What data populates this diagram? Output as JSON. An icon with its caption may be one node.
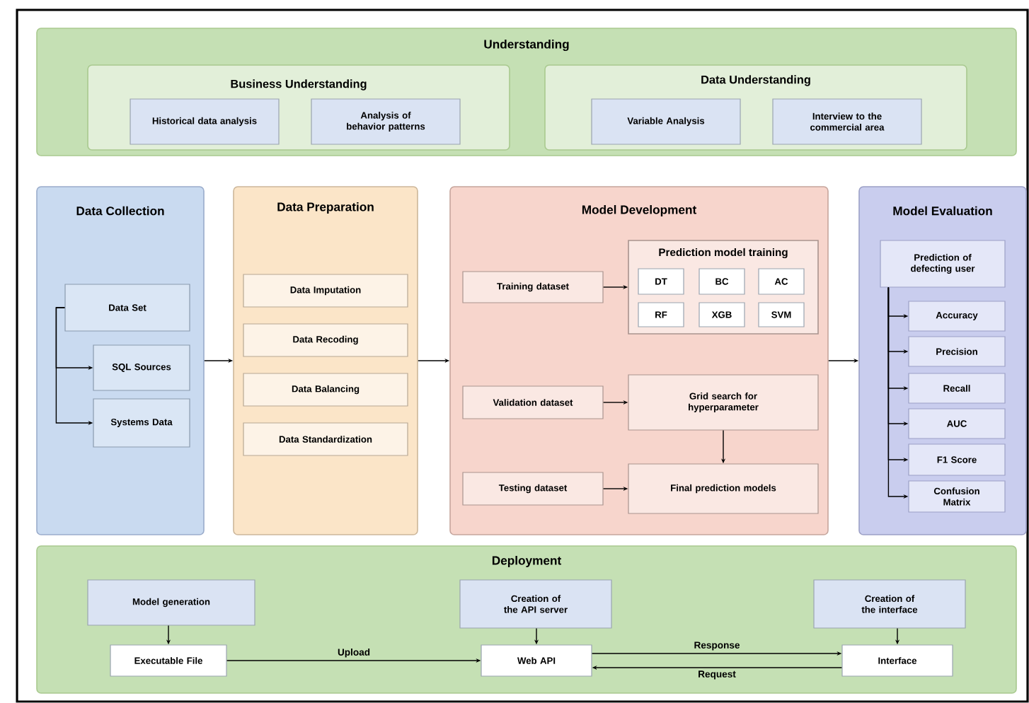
{
  "diagram": {
    "nodes": [
      {
        "text": [
          "Understanding"
        ]
      },
      {
        "text": [
          "Business Understanding"
        ],
        "in": 0
      },
      {
        "text": [
          "Historical data analysis"
        ],
        "in": 1
      },
      {
        "text": [
          "Analysis of behavior patterns"
        ],
        "in": 1
      },
      {
        "text": [
          "Data Understanding"
        ],
        "in": 0
      },
      {
        "text": [
          "Variable Analysis"
        ],
        "in": 4
      },
      {
        "text": [
          "Interview to the commercial area"
        ],
        "in": 4
      },
      {
        "text": [
          "Data  Collection"
        ]
      },
      {
        "text": [
          "Data Set"
        ],
        "in": 7
      },
      {
        "text": [
          "SQL Sources"
        ],
        "in": 7
      },
      {
        "text": [
          "Systems Data"
        ],
        "in": 7
      },
      {
        "text": [
          "Data  Preparation"
        ]
      },
      {
        "text": [
          "Data Imputation"
        ],
        "in": 11
      },
      {
        "text": [
          "Data Recoding"
        ],
        "in": 11
      },
      {
        "text": [
          "Data Balancing"
        ],
        "in": 11
      },
      {
        "text": [
          "Data Standardization"
        ],
        "in": 11
      },
      {
        "text": [
          "Model Development"
        ]
      },
      {
        "text": [
          "Training dataset"
        ],
        "in": 16
      },
      {
        "text": [
          "Prediction model training"
        ],
        "in": 16
      },
      {
        "text": [
          "DT"
        ],
        "in": 18
      },
      {
        "text": [
          "BC"
        ],
        "in": 18
      },
      {
        "text": [
          "AC"
        ],
        "in": 18
      },
      {
        "text": [
          "RF"
        ],
        "in": 18
      },
      {
        "text": [
          "XGB"
        ],
        "in": 18
      },
      {
        "text": [
          "SVM"
        ],
        "in": 18
      },
      {
        "text": [
          "Validation dataset"
        ],
        "in": 16
      },
      {
        "text": [
          "Grid search for hyperparameter"
        ],
        "in": 16
      },
      {
        "text": [
          "Testing dataset"
        ],
        "in": 16
      },
      {
        "text": [
          "Final prediction models"
        ],
        "in": 16
      },
      {
        "text": [
          "Model Evaluation"
        ]
      },
      {
        "text": [
          "Prediction of defecting user"
        ],
        "in": 29
      },
      {
        "text": [
          "Accuracy"
        ],
        "in": 29
      },
      {
        "text": [
          "Precision"
        ],
        "in": 29
      },
      {
        "text": [
          "Recall"
        ],
        "in": 29
      },
      {
        "text": [
          "AUC"
        ],
        "in": 29
      },
      {
        "text": [
          "F1 Score"
        ],
        "in": 29
      },
      {
        "text": [
          "Confusion Matrix"
        ],
        "in": 29
      },
      {
        "text": [
          "Deployment"
        ]
      },
      {
        "text": [
          "Model generation"
        ],
        "in": 37
      },
      {
        "text": [
          "Creation of the API server"
        ],
        "in": 37
      },
      {
        "text": [
          "Creation of the interface"
        ],
        "in": 37
      },
      {
        "text": [
          "Executable File"
        ],
        "in": 37
      },
      {
        "text": [
          "Web API"
        ],
        "in": 37
      },
      {
        "text": [
          "Interface"
        ],
        "in": 37
      }
    ],
    "edges": [
      {
        "from": 8,
        "to": 9,
        "arrow": "to"
      },
      {
        "from": 8,
        "to": 10,
        "arrow": "to"
      },
      {
        "from": 7,
        "to": 11,
        "arrow": "to"
      },
      {
        "from": 11,
        "to": 16,
        "arrow": "to"
      },
      {
        "from": 16,
        "to": 29,
        "arrow": "to"
      },
      {
        "from": 17,
        "to": 18,
        "arrow": "to"
      },
      {
        "from": 25,
        "to": 26,
        "arrow": "to"
      },
      {
        "from": 26,
        "to": 28,
        "arrow": "to"
      },
      {
        "from": 27,
        "to": 28,
        "arrow": "to"
      },
      {
        "from": 30,
        "to": 31,
        "arrow": "to"
      },
      {
        "from": 30,
        "to": 32,
        "arrow": "to"
      },
      {
        "from": 30,
        "to": 33,
        "arrow": "to"
      },
      {
        "from": 30,
        "to": 34,
        "arrow": "to"
      },
      {
        "from": 30,
        "to": 35,
        "arrow": "to"
      },
      {
        "from": 30,
        "to": 36,
        "arrow": "to"
      },
      {
        "from": 38,
        "to": 41,
        "arrow": "to"
      },
      {
        "from": 39,
        "to": 42,
        "arrow": "to"
      },
      {
        "from": 40,
        "to": 43,
        "arrow": "to"
      },
      {
        "from": 41,
        "to": 42,
        "arrow": "to",
        "label": "Upload"
      },
      {
        "from": 42,
        "to": 43,
        "arrow": "to",
        "label": "Response"
      },
      {
        "from": 43,
        "to": 42,
        "arrow": "to",
        "label": "Request"
      }
    ]
  }
}
